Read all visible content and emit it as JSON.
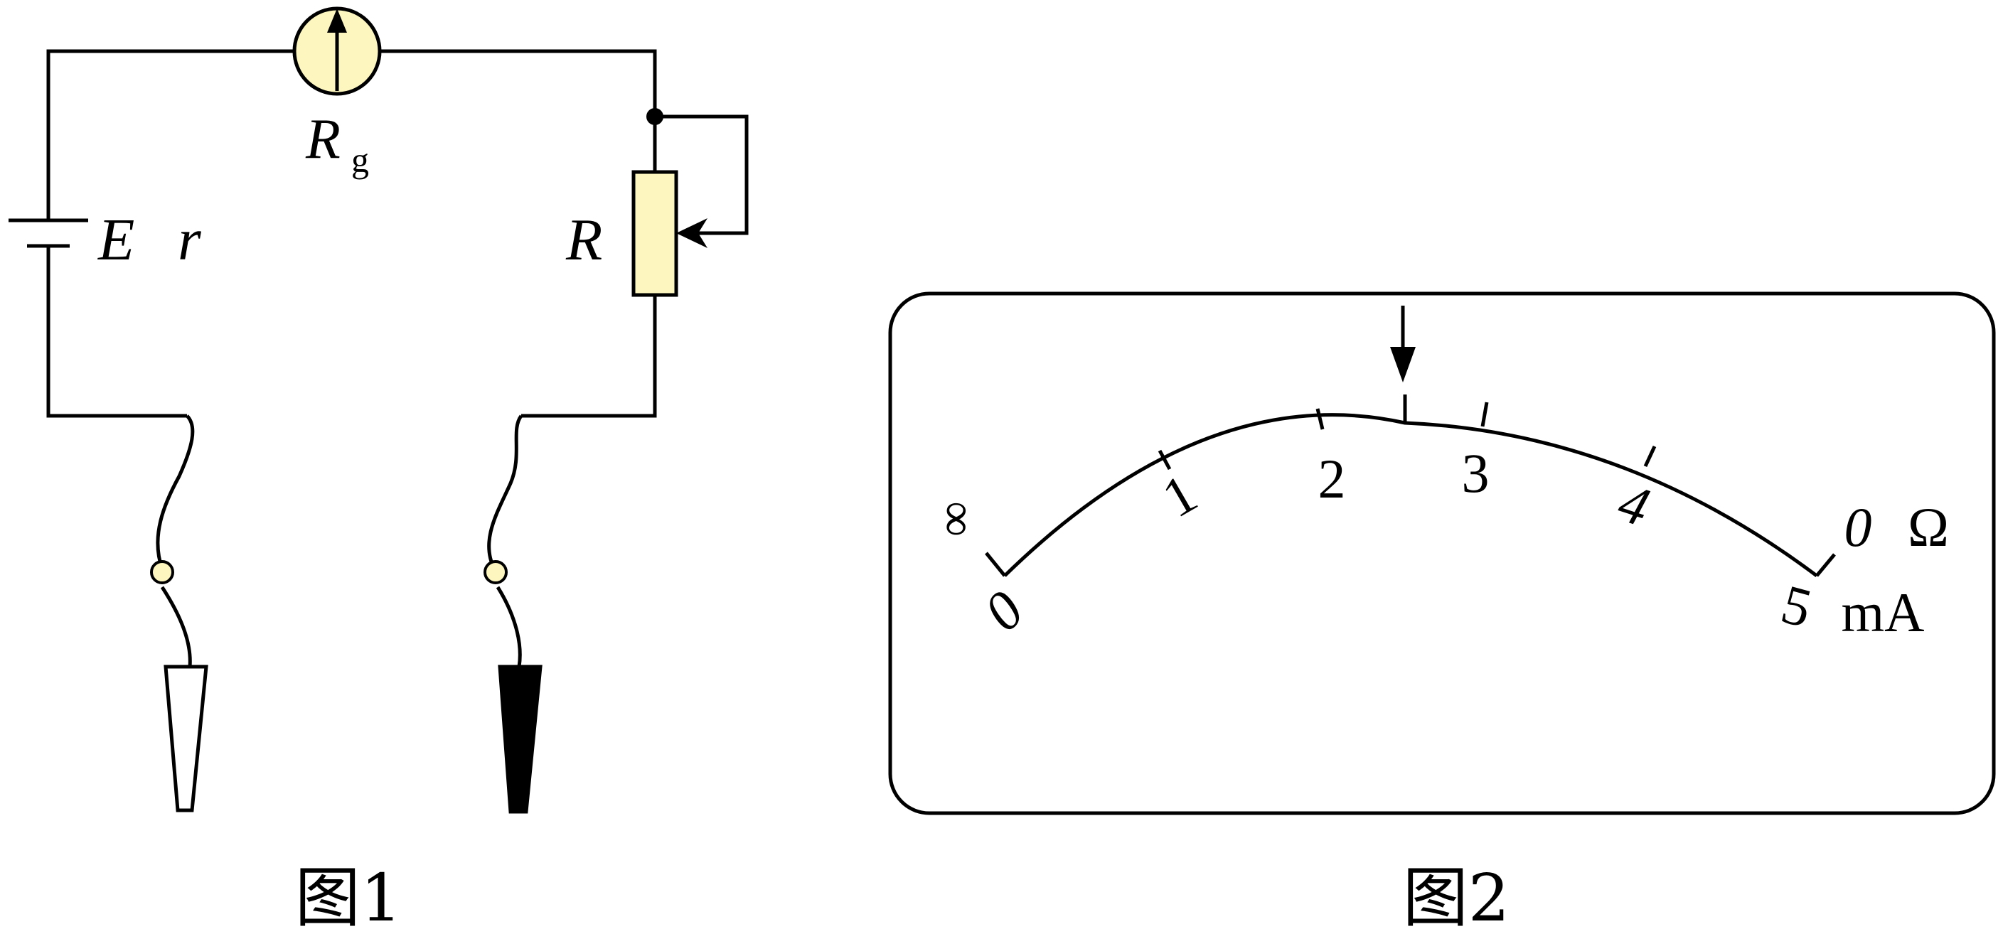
{
  "figure1": {
    "caption": "图1",
    "galvanometer_label": "R",
    "galvanometer_sub": "g",
    "emf_label": "E",
    "internal_r_label": "r",
    "rheostat_label": "R",
    "colors": {
      "component_fill": "#fdf7bf",
      "stroke": "#000000"
    }
  },
  "figure2": {
    "caption": "图2",
    "ohm_scale": [
      "∞",
      "1",
      "2",
      "3",
      "4",
      "0"
    ],
    "ohm_unit": "Ω",
    "ma_scale": [
      "0",
      "5"
    ],
    "ma_unit": "mA"
  }
}
